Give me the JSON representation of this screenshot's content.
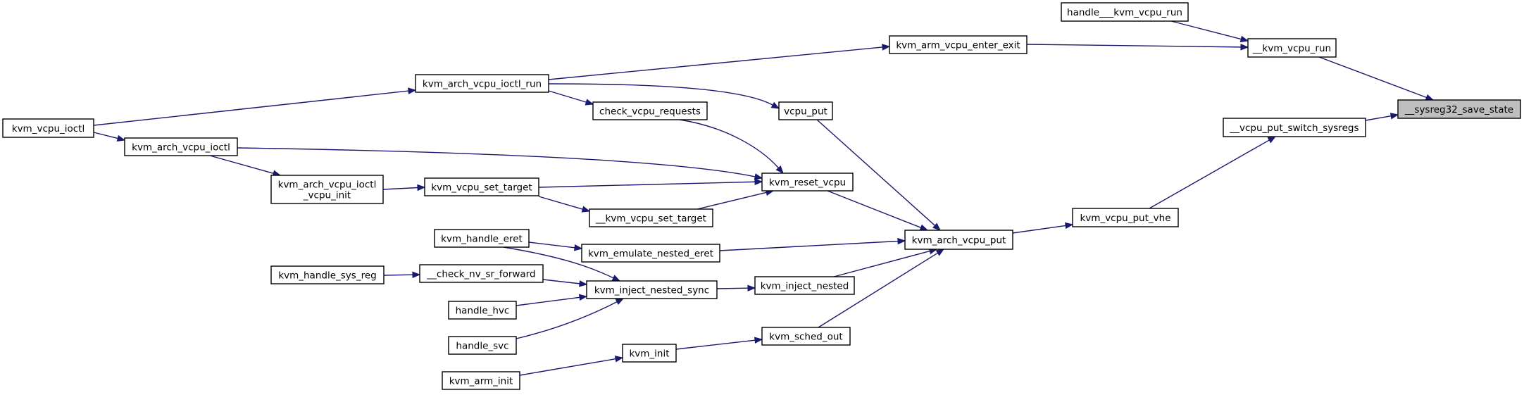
{
  "graph": {
    "colors": {
      "edge": "#191970",
      "node_border": "#000000",
      "node_fill": "#ffffff",
      "root_fill": "#bfbfbf"
    },
    "nodes": [
      {
        "id": "sysreg32_save_state",
        "label": [
          "__sysreg32_save_state"
        ],
        "root": true
      },
      {
        "id": "kvm_vcpu_run",
        "label": [
          "__kvm_vcpu_run"
        ]
      },
      {
        "id": "handle_kvm_vcpu_run",
        "label": [
          "handle___kvm_vcpu_run"
        ]
      },
      {
        "id": "kvm_arm_vcpu_enter_exit",
        "label": [
          "kvm_arm_vcpu_enter_exit"
        ]
      },
      {
        "id": "kvm_arch_vcpu_ioctl_run",
        "label": [
          "kvm_arch_vcpu_ioctl_run"
        ]
      },
      {
        "id": "kvm_vcpu_ioctl",
        "label": [
          "kvm_vcpu_ioctl"
        ]
      },
      {
        "id": "vcpu_put_switch_sysregs",
        "label": [
          "__vcpu_put_switch_sysregs"
        ]
      },
      {
        "id": "kvm_vcpu_put_vhe",
        "label": [
          "kvm_vcpu_put_vhe"
        ]
      },
      {
        "id": "kvm_arch_vcpu_put",
        "label": [
          "kvm_arch_vcpu_put"
        ]
      },
      {
        "id": "vcpu_put",
        "label": [
          "vcpu_put"
        ]
      },
      {
        "id": "kvm_reset_vcpu",
        "label": [
          "kvm_reset_vcpu"
        ]
      },
      {
        "id": "check_vcpu_requests",
        "label": [
          "check_vcpu_requests"
        ]
      },
      {
        "id": "kvm_arch_vcpu_ioctl",
        "label": [
          "kvm_arch_vcpu_ioctl"
        ]
      },
      {
        "id": "kvm_arch_vcpu_ioctl_vcpu_init",
        "label": [
          "kvm_arch_vcpu_ioctl",
          "_vcpu_init"
        ]
      },
      {
        "id": "kvm_vcpu_set_target",
        "label": [
          "kvm_vcpu_set_target"
        ]
      },
      {
        "id": "kvm_vcpu_set_target2",
        "label": [
          "__kvm_vcpu_set_target"
        ]
      },
      {
        "id": "kvm_emulate_nested_eret",
        "label": [
          "kvm_emulate_nested_eret"
        ]
      },
      {
        "id": "kvm_handle_eret",
        "label": [
          "kvm_handle_eret"
        ]
      },
      {
        "id": "kvm_inject_nested",
        "label": [
          "kvm_inject_nested"
        ]
      },
      {
        "id": "kvm_inject_nested_sync",
        "label": [
          "kvm_inject_nested_sync"
        ]
      },
      {
        "id": "check_nv_sr_forward",
        "label": [
          "__check_nv_sr_forward"
        ]
      },
      {
        "id": "kvm_handle_sys_reg",
        "label": [
          "kvm_handle_sys_reg"
        ]
      },
      {
        "id": "handle_hvc",
        "label": [
          "handle_hvc"
        ]
      },
      {
        "id": "handle_svc",
        "label": [
          "handle_svc"
        ]
      },
      {
        "id": "kvm_sched_out",
        "label": [
          "kvm_sched_out"
        ]
      },
      {
        "id": "kvm_init",
        "label": [
          "kvm_init"
        ]
      },
      {
        "id": "kvm_arm_init",
        "label": [
          "kvm_arm_init"
        ]
      }
    ],
    "edges": [
      {
        "from": "kvm_vcpu_run",
        "to": "sysreg32_save_state"
      },
      {
        "from": "vcpu_put_switch_sysregs",
        "to": "sysreg32_save_state"
      },
      {
        "from": "handle_kvm_vcpu_run",
        "to": "kvm_vcpu_run"
      },
      {
        "from": "kvm_arm_vcpu_enter_exit",
        "to": "kvm_vcpu_run"
      },
      {
        "from": "kvm_arch_vcpu_ioctl_run",
        "to": "kvm_arm_vcpu_enter_exit"
      },
      {
        "from": "kvm_vcpu_ioctl",
        "to": "kvm_arch_vcpu_ioctl_run"
      },
      {
        "from": "kvm_vcpu_put_vhe",
        "to": "vcpu_put_switch_sysregs"
      },
      {
        "from": "kvm_arch_vcpu_put",
        "to": "kvm_vcpu_put_vhe"
      },
      {
        "from": "vcpu_put",
        "to": "kvm_arch_vcpu_put"
      },
      {
        "from": "kvm_reset_vcpu",
        "to": "kvm_arch_vcpu_put"
      },
      {
        "from": "kvm_emulate_nested_eret",
        "to": "kvm_arch_vcpu_put"
      },
      {
        "from": "kvm_inject_nested",
        "to": "kvm_arch_vcpu_put"
      },
      {
        "from": "kvm_sched_out",
        "to": "kvm_arch_vcpu_put"
      },
      {
        "from": "kvm_arch_vcpu_ioctl_run",
        "to": "vcpu_put"
      },
      {
        "from": "kvm_arch_vcpu_ioctl_run",
        "to": "check_vcpu_requests"
      },
      {
        "from": "check_vcpu_requests",
        "to": "kvm_reset_vcpu"
      },
      {
        "from": "kvm_arch_vcpu_ioctl",
        "to": "kvm_reset_vcpu"
      },
      {
        "from": "kvm_vcpu_set_target",
        "to": "kvm_reset_vcpu"
      },
      {
        "from": "kvm_vcpu_set_target2",
        "to": "kvm_reset_vcpu"
      },
      {
        "from": "kvm_vcpu_ioctl",
        "to": "kvm_arch_vcpu_ioctl"
      },
      {
        "from": "kvm_arch_vcpu_ioctl",
        "to": "kvm_arch_vcpu_ioctl_vcpu_init"
      },
      {
        "from": "kvm_arch_vcpu_ioctl_vcpu_init",
        "to": "kvm_vcpu_set_target"
      },
      {
        "from": "kvm_arch_vcpu_ioctl_vcpu_init",
        "to": "kvm_vcpu_set_target2"
      },
      {
        "from": "kvm_handle_eret",
        "to": "kvm_emulate_nested_eret"
      },
      {
        "from": "kvm_handle_eret",
        "to": "kvm_inject_nested_sync"
      },
      {
        "from": "kvm_inject_nested_sync",
        "to": "kvm_inject_nested"
      },
      {
        "from": "check_nv_sr_forward",
        "to": "kvm_inject_nested_sync"
      },
      {
        "from": "kvm_handle_sys_reg",
        "to": "check_nv_sr_forward"
      },
      {
        "from": "handle_hvc",
        "to": "kvm_inject_nested_sync"
      },
      {
        "from": "handle_svc",
        "to": "kvm_inject_nested_sync"
      },
      {
        "from": "kvm_init",
        "to": "kvm_sched_out"
      },
      {
        "from": "kvm_arm_init",
        "to": "kvm_init"
      }
    ]
  }
}
